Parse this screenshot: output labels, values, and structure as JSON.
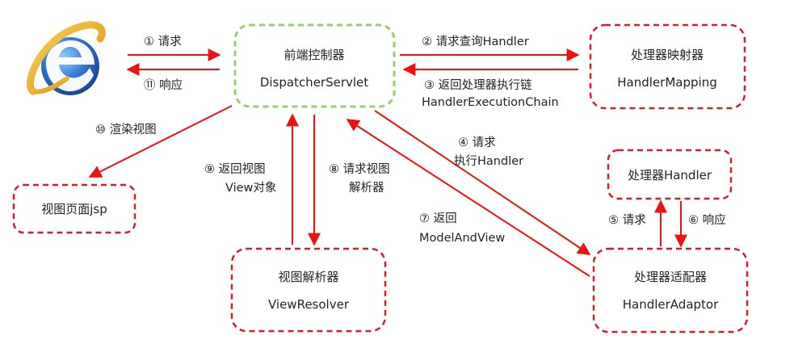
{
  "colors": {
    "arrow": "#ee1111",
    "box_border_red": "#d21f2b",
    "box_border_green": "#97cf6f",
    "text": "#222222",
    "ie_blue": "#2f73cf",
    "ie_ring": "#f2b51b"
  },
  "icons": {
    "browser": "internet-explorer-icon"
  },
  "nodes": {
    "dispatcher": {
      "line1": "前端控制器",
      "line2": "DispatcherServlet"
    },
    "mapping": {
      "line1": "处理器映射器",
      "line2": "HandlerMapping"
    },
    "handler": {
      "line1": "处理器Handler"
    },
    "adaptor": {
      "line1": "处理器适配器",
      "line2": "HandlerAdaptor"
    },
    "resolver": {
      "line1": "视图解析器",
      "line2": "ViewResolver"
    },
    "view": {
      "line1": "视图页面jsp"
    }
  },
  "labels": {
    "step1": "①  请求",
    "step11": "⑪  响应",
    "step2": "②  请求查询Handler",
    "step3_line1": "③  返回处理器执行链",
    "step3_line2": "HandlerExecutionChain",
    "step4_line1": "④  请求",
    "step4_line2": "执行Handler",
    "step5": "⑤  请求",
    "step6": "⑥  响应",
    "step7_line1": "⑦  返回",
    "step7_line2": "ModelAndView",
    "step8_line1": "⑧  请求视图",
    "step8_line2": "解析器",
    "step9_line1": "⑨  返回视图",
    "step9_line2": "View对象",
    "step10": "⑩  渲染视图"
  }
}
